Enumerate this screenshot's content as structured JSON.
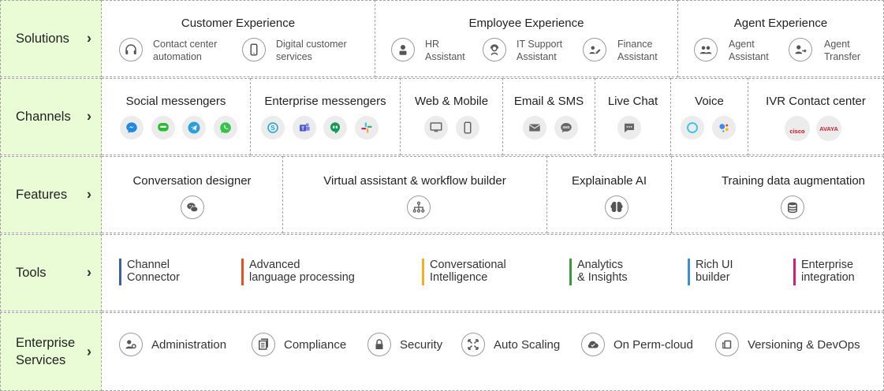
{
  "rows": {
    "solutions": {
      "label": "Solutions"
    },
    "channels": {
      "label": "Channels"
    },
    "features": {
      "label": "Features"
    },
    "tools": {
      "label": "Tools"
    },
    "enterprise": {
      "label": "Enterprise Services"
    }
  },
  "solutions": [
    {
      "title": "Customer Experience",
      "items": [
        {
          "line1": "Contact center",
          "line2": "automation",
          "icon": "headset-icon"
        },
        {
          "line1": "Digital customer",
          "line2": "services",
          "icon": "mobile-icon"
        }
      ]
    },
    {
      "title": "Employee Experience",
      "items": [
        {
          "line1": "HR",
          "line2": "Assistant",
          "icon": "person-icon"
        },
        {
          "line1": "IT Support",
          "line2": "Assistant",
          "icon": "support-agent-icon"
        },
        {
          "line1": "Finance",
          "line2": "Assistant",
          "icon": "edit-icon"
        }
      ]
    },
    {
      "title": "Agent Experience",
      "items": [
        {
          "line1": "Agent",
          "line2": "Assistant",
          "icon": "people-icon"
        },
        {
          "line1": "Agent",
          "line2": "Transfer",
          "icon": "transfer-icon"
        }
      ]
    }
  ],
  "channels": [
    {
      "title": "Social messengers",
      "icons": [
        "messenger-icon",
        "line-icon",
        "telegram-icon",
        "whatsapp-icon"
      ]
    },
    {
      "title": "Enterprise messengers",
      "icons": [
        "skype-icon",
        "teams-icon",
        "hangouts-icon",
        "slack-icon"
      ]
    },
    {
      "title": "Web & Mobile",
      "icons": [
        "desktop-icon",
        "phone-icon"
      ]
    },
    {
      "title": "Email & SMS",
      "icons": [
        "email-icon",
        "sms-icon"
      ]
    },
    {
      "title": "Live Chat",
      "icons": [
        "chat-icon"
      ]
    },
    {
      "title": "Voice",
      "icons": [
        "alexa-icon",
        "google-assistant-icon"
      ]
    },
    {
      "title": "IVR Contact center",
      "icons": [
        "cisco-icon",
        "avaya-icon"
      ],
      "cisco": "cisco",
      "avaya": "AVAYA"
    }
  ],
  "features": [
    {
      "title": "Conversation designer",
      "icon": "wechat-icon"
    },
    {
      "title": "Virtual assistant & workflow builder",
      "icon": "workflow-icon"
    },
    {
      "title": "Explainable AI",
      "icon": "brain-icon"
    },
    {
      "title": "Training data augmentation",
      "icon": "database-icon"
    }
  ],
  "tools": [
    {
      "line1": "Channel",
      "line2": "Connector",
      "color": "#3b5fa0"
    },
    {
      "line1": "Advanced",
      "line2": "language processing",
      "color": "#e8501f"
    },
    {
      "line1": "Conversational",
      "line2": "Intelligence",
      "color": "#f2b01e"
    },
    {
      "line1": "Analytics",
      "line2": "& Insights",
      "color": "#3a9a3a"
    },
    {
      "line1": "Rich UI",
      "line2": "builder",
      "color": "#3b8fd8"
    },
    {
      "line1": "Enterprise",
      "line2": "integration",
      "color": "#d81b73"
    }
  ],
  "services": [
    {
      "label": "Administration",
      "icon": "admin-icon"
    },
    {
      "label": "Compliance",
      "icon": "compliance-icon"
    },
    {
      "label": "Security",
      "icon": "lock-icon"
    },
    {
      "label": "Auto Scaling",
      "icon": "scaling-icon"
    },
    {
      "label": "On Perm-cloud",
      "icon": "cloud-icon"
    },
    {
      "label": "Versioning & DevOps",
      "icon": "devops-icon"
    }
  ]
}
